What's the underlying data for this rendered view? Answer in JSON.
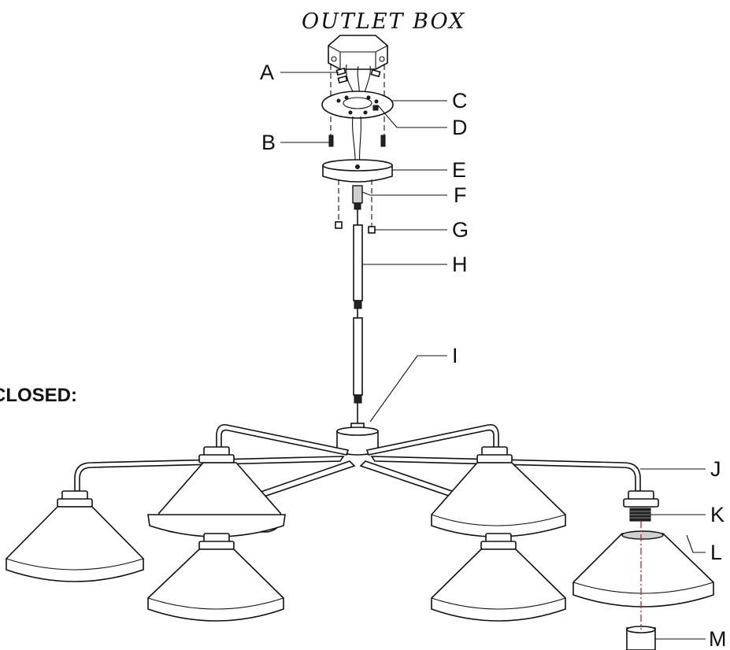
{
  "diagram": {
    "title": "OUTLET BOX",
    "side_heading": "CLOSED:",
    "callouts": {
      "A": "A",
      "B": "B",
      "C": "C",
      "D": "D",
      "E": "E",
      "F": "F",
      "G": "G",
      "H": "H",
      "I": "I",
      "J": "J",
      "K": "K",
      "L": "L",
      "M": "M"
    }
  }
}
